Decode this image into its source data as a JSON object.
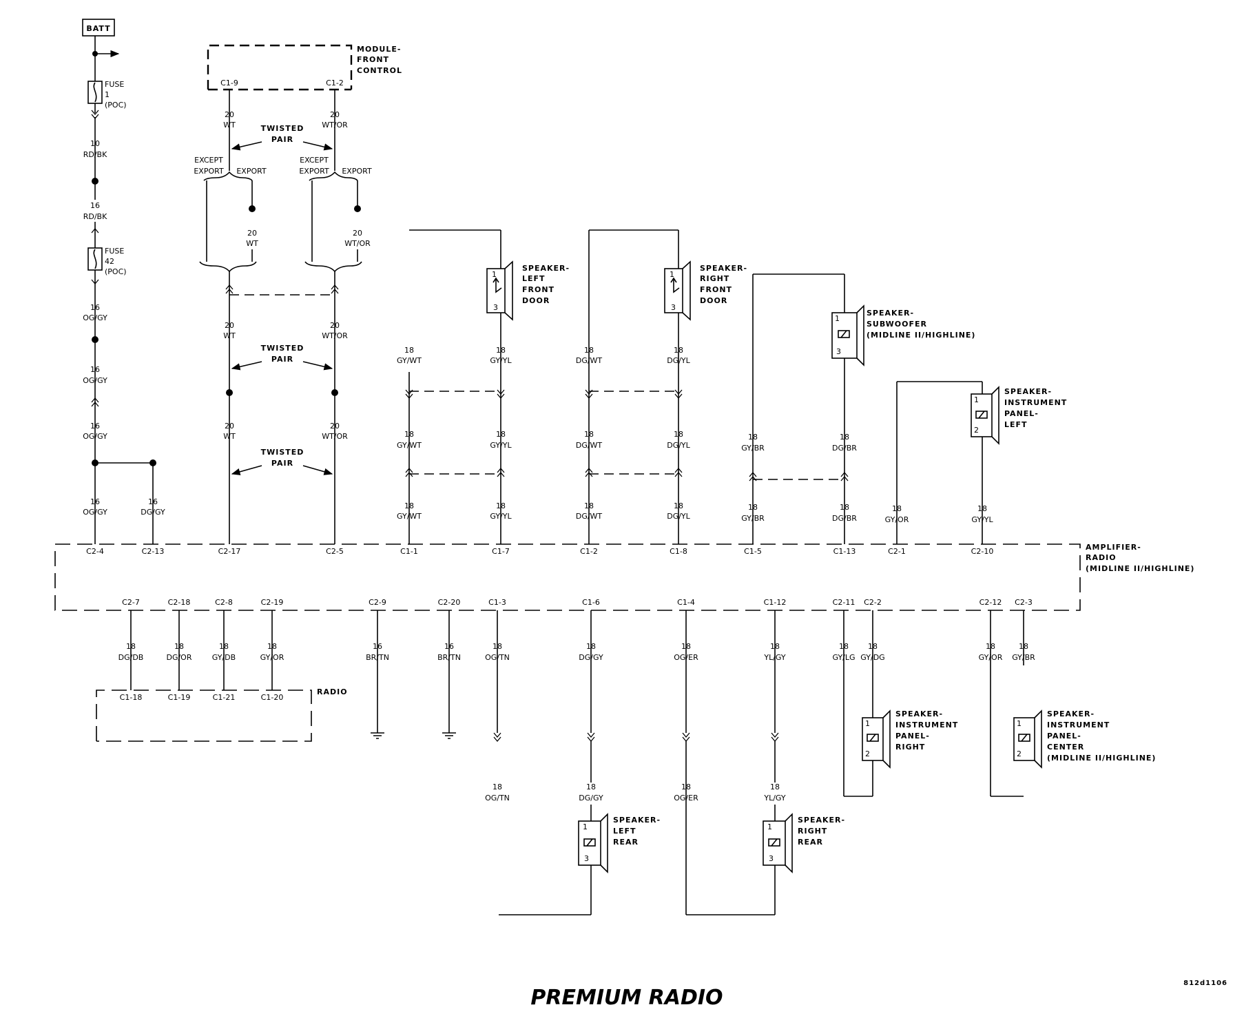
{
  "title": "PREMIUM RADIO",
  "figure_id": "812d1106",
  "batt_label": "BATT",
  "fuse1": {
    "label": "FUSE",
    "num": "1",
    "loc": "(POC)"
  },
  "fuse42": {
    "label": "FUSE",
    "num": "42",
    "loc": "(POC)"
  },
  "battery_wires": {
    "w1": {
      "gauge": "10",
      "color": "RD/BK"
    },
    "w2": {
      "gauge": "16",
      "color": "RD/BK"
    },
    "w3": {
      "gauge": "16",
      "color": "OG/GY"
    },
    "w4": {
      "gauge": "16",
      "color": "OG/GY"
    },
    "w5": {
      "gauge": "16",
      "color": "OG/GY"
    },
    "w6": {
      "gauge": "16",
      "color": "OG/GY"
    },
    "w7": {
      "gauge": "16",
      "color": "DG/GY"
    }
  },
  "module_front_control": {
    "name_l1": "MODULE-",
    "name_l2": "FRONT",
    "name_l3": "CONTROL",
    "pin_a": "C1-9",
    "pin_b": "C1-2"
  },
  "can_bus": {
    "twisted_l1": "TWISTED",
    "twisted_l2": "PAIR",
    "except_l1": "EXCEPT",
    "except_l2": "EXPORT",
    "export": "EXPORT",
    "wire_a": {
      "gauge": "20",
      "color": "WT"
    },
    "wire_b": {
      "gauge": "20",
      "color": "WT/OR"
    }
  },
  "speakers": {
    "lf": {
      "l1": "SPEAKER-",
      "l2": "LEFT",
      "l3": "FRONT",
      "l4": "DOOR",
      "p1": "1",
      "p2": "3"
    },
    "rf": {
      "l1": "SPEAKER-",
      "l2": "RIGHT",
      "l3": "FRONT",
      "l4": "DOOR",
      "p1": "1",
      "p2": "3"
    },
    "sub": {
      "l1": "SPEAKER-",
      "l2": "SUBWOOFER",
      "l3": "(MIDLINE II/HIGHLINE)",
      "p1": "1",
      "p2": "3"
    },
    "ipl": {
      "l1": "SPEAKER-",
      "l2": "INSTRUMENT",
      "l3": "PANEL-",
      "l4": "LEFT",
      "p1": "1",
      "p2": "2"
    },
    "ipr": {
      "l1": "SPEAKER-",
      "l2": "INSTRUMENT",
      "l3": "PANEL-",
      "l4": "RIGHT",
      "p1": "1",
      "p2": "2"
    },
    "ipc": {
      "l1": "SPEAKER-",
      "l2": "INSTRUMENT",
      "l3": "PANEL-",
      "l4": "CENTER",
      "l5": "(MIDLINE II/HIGHLINE)",
      "p1": "1",
      "p2": "2"
    },
    "lr": {
      "l1": "SPEAKER-",
      "l2": "LEFT",
      "l3": "REAR",
      "p1": "1",
      "p2": "3"
    },
    "rr": {
      "l1": "SPEAKER-",
      "l2": "RIGHT",
      "l3": "REAR",
      "p1": "1",
      "p2": "3"
    }
  },
  "speaker_wires": {
    "gy_wt": {
      "gauge": "18",
      "color": "GY/WT"
    },
    "gy_yl": {
      "gauge": "18",
      "color": "GY/YL"
    },
    "dg_wt": {
      "gauge": "18",
      "color": "DG/WT"
    },
    "dg_yl": {
      "gauge": "18",
      "color": "DG/YL"
    },
    "gy_br": {
      "gauge": "18",
      "color": "GY/BR"
    },
    "dg_br": {
      "gauge": "18",
      "color": "DG/BR"
    },
    "gy_or": {
      "gauge": "18",
      "color": "GY/OR"
    },
    "gy_vi": {
      "gauge": "18",
      "color": "GY/YL"
    }
  },
  "amplifier": {
    "name_l1": "AMPLIFIER-",
    "name_l2": "RADIO",
    "name_l3": "(MIDLINE II/HIGHLINE)",
    "top_pins": [
      "C2-4",
      "C2-13",
      "C2-17",
      "C2-5",
      "C1-1",
      "C1-7",
      "C1-2",
      "C1-8",
      "C1-5",
      "C1-13",
      "C2-1",
      "C2-10"
    ],
    "bottom_pins": [
      "C2-7",
      "C2-18",
      "C2-8",
      "C2-19",
      "C2-9",
      "C2-20",
      "C1-3",
      "C1-6",
      "C1-4",
      "C1-12",
      "C2-11",
      "C2-2",
      "C2-12",
      "C2-3"
    ]
  },
  "bottom_wires": [
    {
      "gauge": "18",
      "color": "DG/DB"
    },
    {
      "gauge": "18",
      "color": "DG/OR"
    },
    {
      "gauge": "18",
      "color": "GY/DB"
    },
    {
      "gauge": "18",
      "color": "GY/OR"
    },
    {
      "gauge": "16",
      "color": "BR/TN"
    },
    {
      "gauge": "16",
      "color": "BR/TN"
    },
    {
      "gauge": "18",
      "color": "OG/TN"
    },
    {
      "gauge": "18",
      "color": "DG/GY"
    },
    {
      "gauge": "18",
      "color": "OG/ER"
    },
    {
      "gauge": "18",
      "color": "YL/GY"
    },
    {
      "gauge": "18",
      "color": "GY/LG"
    },
    {
      "gauge": "18",
      "color": "GY/DG"
    },
    {
      "gauge": "18",
      "color": "GY/OR"
    },
    {
      "gauge": "18",
      "color": "GY/BR"
    }
  ],
  "radio": {
    "name": "RADIO",
    "pins": [
      "C1-18",
      "C1-19",
      "C1-21",
      "C1-20"
    ]
  },
  "lower_wires": {
    "og_tn": {
      "gauge": "18",
      "color": "OG/TN"
    },
    "dg_gy": {
      "gauge": "18",
      "color": "DG/GY"
    },
    "og_er": {
      "gauge": "18",
      "color": "OG/ER"
    },
    "yl_gy": {
      "gauge": "18",
      "color": "YL/GY"
    }
  }
}
